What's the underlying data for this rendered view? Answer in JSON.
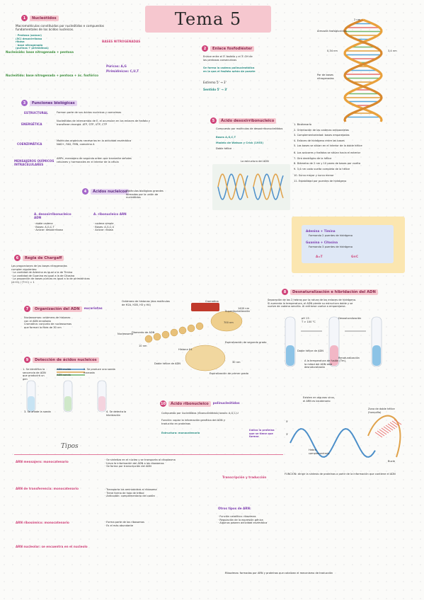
{
  "title": "Tema 5",
  "sections": [
    {
      "n": "1",
      "label": "Nucleótidos"
    },
    {
      "n": "2",
      "label": "Enlace fosfodiéster"
    },
    {
      "n": "3",
      "label": "Funciones biológicas"
    },
    {
      "n": "4",
      "label": "Ácidos nucleicos"
    },
    {
      "n": "5",
      "label": "Ácido desoxirribonucleico"
    },
    {
      "n": "6",
      "label": "Regla de Chargaff"
    },
    {
      "n": "7",
      "label": "Organización del ADN"
    },
    {
      "n": "8",
      "label": "Desnaturalización e hibridación del ADN"
    },
    {
      "n": "9",
      "label": "Detección de ácidos nucleicos"
    },
    {
      "n": "10",
      "label": "Ácido ribonucleico"
    },
    {
      "n": "",
      "label": "Tipos"
    }
  ],
  "helix_labels": {
    "top": "2 nm",
    "armazon": "Armazón fosfoglucídico",
    "n034": "0,34 nm",
    "n34": "3,4 nm",
    "pares": "Par de bases nitrogenadas"
  },
  "nucleotides": {
    "intro": "Macromoléculas constituidas por nucleótidos e compuestos\nfundamentales de los ácidos nucleicos.",
    "left_list": "· Pentosa (azúcar)\n  (5C) desoxirribosa\n  ribosa\n· base nitrogenada\n  (purinas + pirimidinas)",
    "nucleosido": "Nucleósido: base nitrogenada + pentosa",
    "nucleotido": "Nucleótido: base nitrogenada + pentosa + ác. fosfórico",
    "bases_title": "BASES NITROGENADAS",
    "purinas": "Púricas: A,G",
    "pirimidinas": "Pirimidínicas: C,U,T"
  },
  "enlace": {
    "text": "Enlace entre el 5'-fosfato y el 3'-OH de\nlas pentosas consecutivas",
    "ext": "Extremo 5' → 3'",
    "mid": "Se forma la cadena polinucleotídica\nen la que el fosfato actúa de puente",
    "sentido": "Sentido 5' → 3'"
  },
  "funciones": {
    "estructural": "ESTRUCTURAL",
    "estructural_t": "Forman parte de sus ácidos nucleicos y coenzimas",
    "energetica": "ENERGÉTICA",
    "energetica_t": "Nucleótidos de intercambio de E, el acumulan en los enlaces de fosfato y\ntransfieren energía. ATP, GTP, UTP, CTP",
    "coenzimatica": "COENZIMÁTICA",
    "coenzimatica_t": "Moléculas orgánicas necesarias en la actividad enzimática\nNAD+, FAD, FMN, coenzima A",
    "mensajeros": "MENSAJEROS QUÍMICOS INTRACELULARES",
    "mensajeros_t": "AMPc, mensajero de segundo orden que transmite señales\ncelulares y hormonales en el interior de la célula"
  },
  "acidos": {
    "t1": "Ácidos nucleicos",
    "adn": "A. desoxirribonucleico ADN",
    "arn": "A. ribonucleico ARN",
    "adn_t": "· doble cadena\n· Bases: A,G,C,T\n· Azúcar: desoxirribosa",
    "arn_t": "· cadena simple\n· Bases: A,G,C,U\n· Azúcar: ribosa",
    "right": "Moléculas biológicas grandes\nformadas por la unión de\nnucleótidos"
  },
  "adn5": {
    "t": "Compuesto por moléculas de desoxirribonucleótidos",
    "bases": "Bases A,G,C,T",
    "watson": "Modelo de Watson y Crick (1953)",
    "doble": "Doble hélice",
    "fig": "La estructura del ADN"
  },
  "modelo_list": [
    "1. Bicatenario",
    "2. Orientación de las cadenas antiparalelas",
    "3. Complementariedad: bases emparejadas",
    "4. Enlaces de hidrógeno entre las bases",
    "5. Las bases se sitúan en el interior de la doble hélice",
    "6. Los azúcares y fosfatos se sitúan hacia el exterior",
    "7. Giro dextrógiro de la hélice",
    "8. Diámetro de 2 nm y 10 pares de bases por vuelta",
    "9. 3,4 nm cada vuelta completa de la hélice",
    "10. Surco mayor y surco menor",
    "11. Estabilidad por puentes de hidrógeno"
  ],
  "pairs": {
    "at": "Adenina + Timina",
    "at2": "Formando 2 puentes de hidrógeno",
    "gc": "Guanina + Citosina",
    "gc2": "Formando 3 puentes de hidrógeno",
    "ab1": "A=T",
    "ab2": "G≡C"
  },
  "chargaff": {
    "t": "Regla de Chargaff",
    "text": "Las proporciones de las bases nitrogenadas\ncumplen siguientes:\n· La cantidad de Adenina es igual a la de Timina\n· La cantidad de Guanina es igual a la de Citosina\n· La proporción de bases púricas es igual a la de pirimidínicas\n  (A+G) / (T+C) = 1"
  },
  "organizacion": {
    "t": "Organización del ADN",
    "e": "eucariotas",
    "text": "Nucleosomas: octámero de histonas\ncon el ADN enrollado\nCromatina: conjunto de nucleosomas\nque forman la fibra de 30 nm",
    "fig1": "Octámero de histonas (dos moléculas de H2A, H2B, H3 y H4)",
    "fig2": "Cromatina",
    "fig3": "Superespiralización",
    "fig4": "Filamento de ADN",
    "fig5": "Nucleosoma",
    "fig6": "Histona H1",
    "fig7": "Doble hélice de ADN",
    "fig8": "Espiralización de primer grado",
    "fig9": "Espiralización de segundo grado",
    "n10": "10 nm",
    "n30": "30 nm",
    "n700": "700 nm",
    "n1400": "1400 nm"
  },
  "desnat": {
    "t": "Desnaturalización e hibridación del ADN",
    "text": "Separación de las 2 hebras por la rotura de los enlaces de hidrógeno.\nSi aumenta la temperatura, el ADN pierde su estructura doble y se\nvuelve de cadena sencilla. Al enfriarse vuelve a emparejarse.",
    "l1": "pH 13\nT > 100 °C",
    "l2": "Desnaturalización",
    "l3": "Renaturalización",
    "l4": "Doble hélice de ADN",
    "l5": "A la temperatura de fusión (Tm), la mitad del ADN está desnaturalizado"
  },
  "deteccion": {
    "t": "Detección de ácidos nucleicos",
    "s1": "1. Se identifica la secuencia de ADN que producirá un gen",
    "s2": "2. Se produce una sonda marcada",
    "s3": "3. Se añade la sonda",
    "s4": "4. Se detecta la hibridación",
    "adn_molde": "ADN molde",
    "adn_sonda": "ADN sonda"
  },
  "arn10": {
    "t": "Ácido ribonucleico",
    "p": "polinucleótidos",
    "text1": "Compuesto por nucleótidos (ribonucleótidos) bases: A,G,C,U",
    "text2": "Función: copiar la información genética del ADN y\ntraducirla en proteínas",
    "simple": "Estructura: monocatenario",
    "blue": "Indica la proteína que se tiene que formar",
    "l1": "Hebra complementaria",
    "l2": "Bucle",
    "l3": "Zona de doble hélice (horquilla)",
    "l4": "Existen en algunos virus, el ARN es bicatenario",
    "func": "FUNCIÓN: dirigir la síntesis de proteínas a partir de la información que contiene el ADN",
    "p3": "3'",
    "p5": "5'"
  },
  "tipos": {
    "t": "Tipos",
    "arnm": "ARN mensajero: monocatenario",
    "arnm_t": "· Se sintetiza en el núcleo y se transporta al citoplasma\n· Lleva la información del ADN a los ribosomas\n· Se forma por transcripción del ADN",
    "arnt": "ARN de transferencia: monocatenario",
    "arnt_t": "· Transporta los aminoácidos al ribosoma\n· Tiene forma de hoja de trébol\n· Anticodón: complementario del codón",
    "arnr": "ARN ribosómico: monocatenario",
    "arnr_t": "· Forma parte de los ribosomas\n· Es el más abundante",
    "arnn": "ARN nucleolar: se encuentra en el nucleolo",
    "transc": "Transcripción y traducción",
    "otros": "Otros tipos de ARN:",
    "otros_t": "· Función catalítica: ribozimas\n· Regulación de la expresión génica\n· Algunos poseen actividad enzimática",
    "ribozimas": "Ribozimas: formadas por ARN y proteínas que catalizan el mecanismo de traducción"
  }
}
